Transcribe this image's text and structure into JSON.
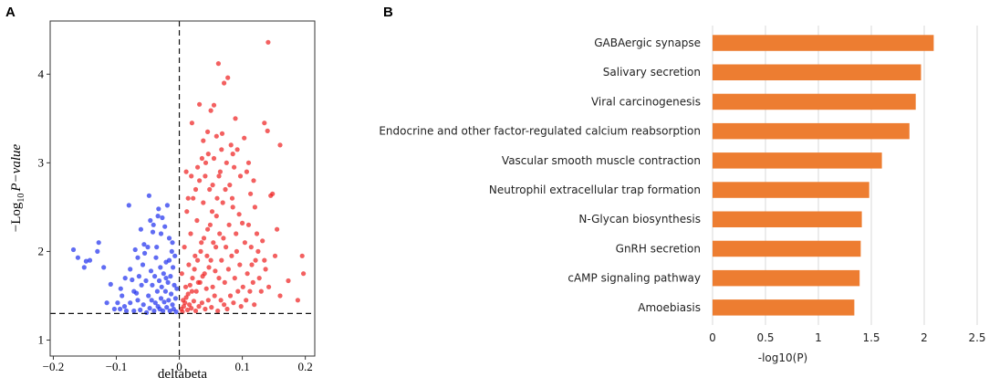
{
  "panels": {
    "a_label": "A",
    "b_label": "B"
  },
  "colors": {
    "up": "#ee2222",
    "down": "#2233ee",
    "bar": "#ed7d31"
  },
  "chart_data": [
    {
      "type": "scatter",
      "title": "",
      "xlabel": "deltabeta",
      "ylabel_prefix": "−Log",
      "ylabel_sub": "10",
      "ylabel_italic": "P−value",
      "xlim": [
        -0.205,
        0.215
      ],
      "ylim": [
        0.82,
        4.6
      ],
      "xticks": [
        -0.2,
        -0.1,
        0,
        0.1,
        0.2
      ],
      "xtick_labels": [
        "−0.2",
        "−0.1",
        "0",
        "0.1",
        "0.2"
      ],
      "yticks": [
        1,
        2,
        3,
        4
      ],
      "ytick_labels": [
        "1",
        "2",
        "3",
        "4"
      ],
      "reference_lines": {
        "x": 0,
        "y": 1.3
      },
      "grid": false,
      "series": [
        {
          "color_key": "down",
          "points": [
            [
              -0.168,
              2.02
            ],
            [
              -0.161,
              1.93
            ],
            [
              -0.151,
              1.82
            ],
            [
              -0.148,
              1.89
            ],
            [
              -0.142,
              1.9
            ],
            [
              -0.13,
              2.0
            ],
            [
              -0.128,
              2.1
            ],
            [
              -0.12,
              1.82
            ],
            [
              -0.115,
              1.42
            ],
            [
              -0.109,
              1.63
            ],
            [
              -0.103,
              1.35
            ],
            [
              -0.098,
              1.42
            ],
            [
              -0.093,
              1.58
            ],
            [
              -0.091,
              1.5
            ],
            [
              -0.087,
              1.38
            ],
            [
              -0.084,
              1.33
            ],
            [
              -0.08,
              2.52
            ],
            [
              -0.078,
              1.42
            ],
            [
              -0.075,
              1.68
            ],
            [
              -0.072,
              1.33
            ],
            [
              -0.07,
              2.02
            ],
            [
              -0.068,
              1.53
            ],
            [
              -0.066,
              1.93
            ],
            [
              -0.064,
              1.72
            ],
            [
              -0.062,
              1.34
            ],
            [
              -0.06,
              1.62
            ],
            [
              -0.058,
              1.85
            ],
            [
              -0.057,
              1.4
            ],
            [
              -0.055,
              1.98
            ],
            [
              -0.053,
              1.67
            ],
            [
              -0.052,
              1.31
            ],
            [
              -0.05,
              2.05
            ],
            [
              -0.049,
              1.5
            ],
            [
              -0.048,
              2.63
            ],
            [
              -0.047,
              1.36
            ],
            [
              -0.045,
              1.78
            ],
            [
              -0.044,
              1.45
            ],
            [
              -0.043,
              1.62
            ],
            [
              -0.042,
              2.22
            ],
            [
              -0.04,
              1.33
            ],
            [
              -0.039,
              1.72
            ],
            [
              -0.038,
              1.42
            ],
            [
              -0.037,
              1.93
            ],
            [
              -0.036,
              2.05
            ],
            [
              -0.035,
              1.55
            ],
            [
              -0.034,
              1.38
            ],
            [
              -0.033,
              2.48
            ],
            [
              -0.032,
              1.67
            ],
            [
              -0.031,
              1.35
            ],
            [
              -0.03,
              1.82
            ],
            [
              -0.029,
              1.47
            ],
            [
              -0.028,
              1.6
            ],
            [
              -0.027,
              2.38
            ],
            [
              -0.026,
              1.33
            ],
            [
              -0.025,
              1.75
            ],
            [
              -0.024,
              1.43
            ],
            [
              -0.023,
              2.28
            ],
            [
              -0.022,
              1.55
            ],
            [
              -0.021,
              1.88
            ],
            [
              -0.02,
              1.37
            ],
            [
              -0.019,
              2.52
            ],
            [
              -0.018,
              1.65
            ],
            [
              -0.017,
              1.45
            ],
            [
              -0.016,
              2.15
            ],
            [
              -0.015,
              1.33
            ],
            [
              -0.014,
              1.72
            ],
            [
              -0.013,
              1.52
            ],
            [
              -0.012,
              2.0
            ],
            [
              -0.011,
              1.4
            ],
            [
              -0.01,
              1.82
            ],
            [
              -0.009,
              1.35
            ],
            [
              -0.008,
              1.62
            ],
            [
              -0.007,
              1.95
            ],
            [
              -0.006,
              1.47
            ],
            [
              -0.005,
              1.32
            ],
            [
              -0.004,
              1.58
            ],
            [
              -0.056,
              2.08
            ],
            [
              -0.061,
              2.25
            ],
            [
              -0.046,
              2.35
            ],
            [
              -0.041,
              2.3
            ],
            [
              -0.034,
              2.4
            ],
            [
              -0.029,
              2.2
            ],
            [
              -0.066,
              1.45
            ],
            [
              -0.072,
              1.55
            ],
            [
              -0.078,
              1.8
            ],
            [
              -0.086,
              1.7
            ],
            [
              -0.094,
              1.35
            ],
            [
              -0.011,
              2.1
            ],
            [
              -0.016,
              1.9
            ],
            [
              -0.021,
              1.7
            ]
          ]
        },
        {
          "color_key": "up",
          "points": [
            [
              0.141,
              4.36
            ],
            [
              0.062,
              4.12
            ],
            [
              0.077,
              3.96
            ],
            [
              0.071,
              3.9
            ],
            [
              0.055,
              3.65
            ],
            [
              0.05,
              3.59
            ],
            [
              0.032,
              3.66
            ],
            [
              0.135,
              3.45
            ],
            [
              0.14,
              3.36
            ],
            [
              0.089,
              3.5
            ],
            [
              0.103,
              3.28
            ],
            [
              0.02,
              3.45
            ],
            [
              0.045,
              3.35
            ],
            [
              0.068,
              3.33
            ],
            [
              0.16,
              3.2
            ],
            [
              0.085,
              3.1
            ],
            [
              0.038,
              3.25
            ],
            [
              0.11,
              3.0
            ],
            [
              0.145,
              2.63
            ],
            [
              0.148,
              2.65
            ],
            [
              0.195,
              1.95
            ],
            [
              0.197,
              1.75
            ],
            [
              0.188,
              1.45
            ],
            [
              0.173,
              1.67
            ],
            [
              0.16,
              1.5
            ],
            [
              0.132,
              2.12
            ],
            [
              0.135,
              1.9
            ],
            [
              0.125,
              2.0
            ],
            [
              0.12,
              2.5
            ],
            [
              0.123,
              2.2
            ],
            [
              0.115,
              1.85
            ],
            [
              0.11,
              2.3
            ],
            [
              0.1,
              2.32
            ],
            [
              0.095,
              2.42
            ],
            [
              0.09,
              2.2
            ],
            [
              0.085,
              2.5
            ],
            [
              0.08,
              2.75
            ],
            [
              0.075,
              3.0
            ],
            [
              0.07,
              2.15
            ],
            [
              0.065,
              2.9
            ],
            [
              0.06,
              2.6
            ],
            [
              0.058,
              2.05
            ],
            [
              0.055,
              3.05
            ],
            [
              0.052,
              2.45
            ],
            [
              0.05,
              1.9
            ],
            [
              0.048,
              2.7
            ],
            [
              0.045,
              2.25
            ],
            [
              0.042,
              3.0
            ],
            [
              0.04,
              1.75
            ],
            [
              0.038,
              2.55
            ],
            [
              0.035,
              2.1
            ],
            [
              0.032,
              2.8
            ],
            [
              0.03,
              1.65
            ],
            [
              0.028,
              2.35
            ],
            [
              0.025,
              1.95
            ],
            [
              0.022,
              2.6
            ],
            [
              0.02,
              1.55
            ],
            [
              0.018,
              2.2
            ],
            [
              0.015,
              1.85
            ],
            [
              0.012,
              2.45
            ],
            [
              0.01,
              1.6
            ],
            [
              0.008,
              2.05
            ],
            [
              0.006,
              1.45
            ],
            [
              0.004,
              1.75
            ],
            [
              0.003,
              1.35
            ],
            [
              0.005,
              1.32
            ],
            [
              0.007,
              1.38
            ],
            [
              0.009,
              1.42
            ],
            [
              0.011,
              1.48
            ],
            [
              0.013,
              1.34
            ],
            [
              0.014,
              1.52
            ],
            [
              0.016,
              1.4
            ],
            [
              0.017,
              1.62
            ],
            [
              0.019,
              1.36
            ],
            [
              0.021,
              1.7
            ],
            [
              0.023,
              1.44
            ],
            [
              0.024,
              1.8
            ],
            [
              0.026,
              1.33
            ],
            [
              0.027,
              1.55
            ],
            [
              0.029,
              1.9
            ],
            [
              0.031,
              1.38
            ],
            [
              0.033,
              1.65
            ],
            [
              0.034,
              2.0
            ],
            [
              0.036,
              1.42
            ],
            [
              0.037,
              1.72
            ],
            [
              0.039,
              2.15
            ],
            [
              0.041,
              1.35
            ],
            [
              0.043,
              1.58
            ],
            [
              0.044,
              1.95
            ],
            [
              0.046,
              1.45
            ],
            [
              0.047,
              1.82
            ],
            [
              0.049,
              2.3
            ],
            [
              0.051,
              1.37
            ],
            [
              0.053,
              1.6
            ],
            [
              0.054,
              2.1
            ],
            [
              0.056,
              1.5
            ],
            [
              0.057,
              1.78
            ],
            [
              0.059,
              2.4
            ],
            [
              0.061,
              1.33
            ],
            [
              0.063,
              1.7
            ],
            [
              0.064,
              2.2
            ],
            [
              0.066,
              1.45
            ],
            [
              0.067,
              1.9
            ],
            [
              0.069,
              2.55
            ],
            [
              0.071,
              1.4
            ],
            [
              0.072,
              1.65
            ],
            [
              0.074,
              2.05
            ],
            [
              0.076,
              1.35
            ],
            [
              0.078,
              1.8
            ],
            [
              0.079,
              2.3
            ],
            [
              0.081,
              1.5
            ],
            [
              0.083,
              1.95
            ],
            [
              0.084,
              2.6
            ],
            [
              0.086,
              1.42
            ],
            [
              0.088,
              1.7
            ],
            [
              0.091,
              2.0
            ],
            [
              0.093,
              1.55
            ],
            [
              0.096,
              1.85
            ],
            [
              0.098,
              1.38
            ],
            [
              0.101,
              1.6
            ],
            [
              0.104,
              2.1
            ],
            [
              0.106,
              1.45
            ],
            [
              0.108,
              1.75
            ],
            [
              0.112,
              1.55
            ],
            [
              0.114,
              2.05
            ],
            [
              0.117,
              1.65
            ],
            [
              0.119,
              1.4
            ],
            [
              0.121,
              1.9
            ],
            [
              0.127,
              1.7
            ],
            [
              0.13,
              1.55
            ],
            [
              0.137,
              1.8
            ],
            [
              0.142,
              1.6
            ],
            [
              0.152,
              1.95
            ],
            [
              0.155,
              2.25
            ],
            [
              0.118,
              2.8
            ],
            [
              0.113,
              2.65
            ],
            [
              0.107,
              2.9
            ],
            [
              0.097,
              2.85
            ],
            [
              0.092,
              3.15
            ],
            [
              0.087,
              2.95
            ],
            [
              0.082,
              3.2
            ],
            [
              0.073,
              2.7
            ],
            [
              0.067,
              3.15
            ],
            [
              0.063,
              2.85
            ],
            [
              0.059,
              3.3
            ],
            [
              0.053,
              2.75
            ],
            [
              0.046,
              3.1
            ],
            [
              0.041,
              2.85
            ],
            [
              0.036,
              3.05
            ],
            [
              0.029,
              2.95
            ],
            [
              0.026,
              2.7
            ],
            [
              0.019,
              2.85
            ],
            [
              0.014,
              2.6
            ],
            [
              0.011,
              2.9
            ]
          ]
        }
      ]
    },
    {
      "type": "bar",
      "orientation": "horizontal",
      "title": "",
      "xlabel": "-log10(P)",
      "xlim": [
        0,
        2.5
      ],
      "xticks": [
        0,
        0.5,
        1,
        1.5,
        2,
        2.5
      ],
      "xtick_labels": [
        "0",
        "0.5",
        "1",
        "1.5",
        "2",
        "2.5"
      ],
      "grid": true,
      "categories": [
        "GABAergic synapse",
        "Salivary secretion",
        "Viral carcinogenesis",
        "Endocrine and other factor-regulated calcium reabsorption",
        "Vascular smooth muscle contraction",
        "Neutrophil extracellular trap formation",
        "N-Glycan biosynthesis",
        "GnRH secretion",
        "cAMP signaling pathway",
        "Amoebiasis"
      ],
      "values": [
        2.09,
        1.97,
        1.92,
        1.86,
        1.6,
        1.48,
        1.41,
        1.4,
        1.39,
        1.34
      ]
    }
  ]
}
